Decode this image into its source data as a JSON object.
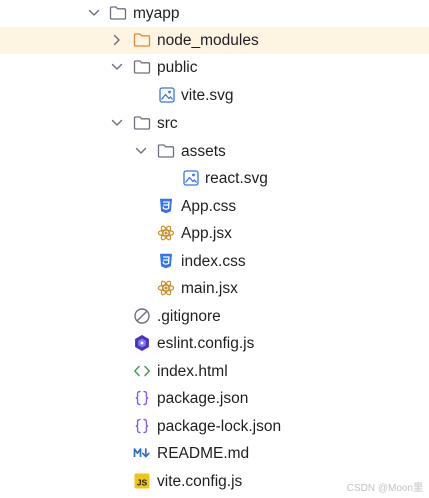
{
  "tree": {
    "items": [
      {
        "label": "myapp",
        "type": "folder",
        "expanded": true
      },
      {
        "label": "node_modules",
        "type": "folder-excluded",
        "expanded": false,
        "selected": true
      },
      {
        "label": "public",
        "type": "folder",
        "expanded": true
      },
      {
        "label": "vite.svg",
        "type": "svg-file"
      },
      {
        "label": "src",
        "type": "folder",
        "expanded": true
      },
      {
        "label": "assets",
        "type": "folder",
        "expanded": true
      },
      {
        "label": "react.svg",
        "type": "svg-file"
      },
      {
        "label": "App.css",
        "type": "css-file"
      },
      {
        "label": "App.jsx",
        "type": "react-file"
      },
      {
        "label": "index.css",
        "type": "css-file"
      },
      {
        "label": "main.jsx",
        "type": "react-file"
      },
      {
        "label": ".gitignore",
        "type": "ignore-file"
      },
      {
        "label": "eslint.config.js",
        "type": "eslint-file"
      },
      {
        "label": "index.html",
        "type": "html-file"
      },
      {
        "label": "package.json",
        "type": "json-file"
      },
      {
        "label": "package-lock.json",
        "type": "json-file"
      },
      {
        "label": "README.md",
        "type": "markdown-file"
      },
      {
        "label": "vite.config.js",
        "type": "js-file"
      }
    ]
  },
  "watermark": "CSDN @Moon里",
  "colors": {
    "selected_row": "#fdf4e2",
    "excluded_folder": "#e08a3c",
    "css_icon": "#3574f0",
    "react_icon": "#c7912b",
    "json_icon": "#8a5cf6",
    "html_icon": "#4aa05a",
    "eslint_icon": "#4b32c3",
    "markdown_icon": "#2f6fc4",
    "js_icon_bg": "#f0c419"
  }
}
